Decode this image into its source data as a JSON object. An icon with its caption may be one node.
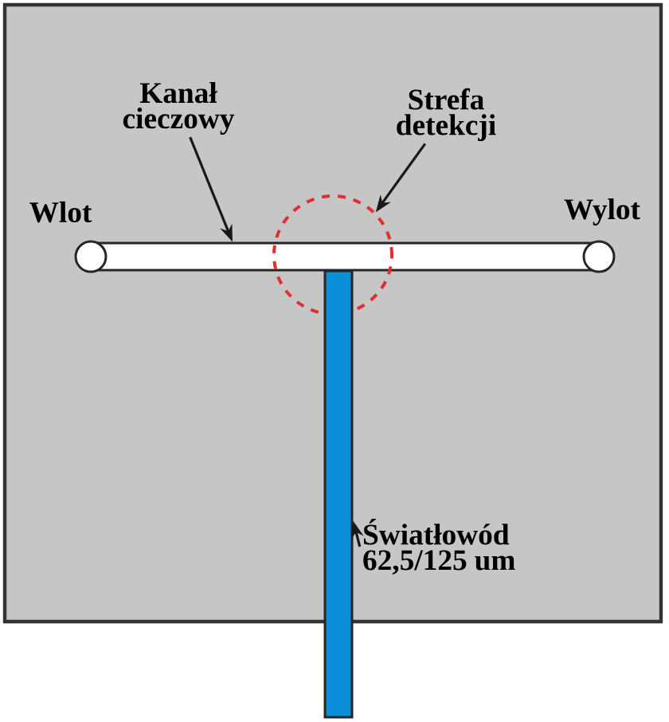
{
  "diagram": {
    "nodes": [
      {
        "text": [
          "Kanał cieczowy"
        ]
      },
      {
        "text": [],
        "shape": "bar"
      },
      {
        "text": [
          "Strefa detekcji"
        ]
      },
      {
        "text": [],
        "shape": "circle"
      },
      {
        "text": [
          "Światłowód 62,5/125 um"
        ]
      },
      {
        "text": [],
        "shape": "bar"
      }
    ],
    "edges": [
      {
        "from": 0,
        "to": 1,
        "arrow": "to"
      },
      {
        "from": 2,
        "to": 3,
        "arrow": "to"
      },
      {
        "from": 4,
        "to": 5,
        "arrow": "to"
      }
    ],
    "labels": [
      "Wlot",
      "Wylot"
    ]
  }
}
